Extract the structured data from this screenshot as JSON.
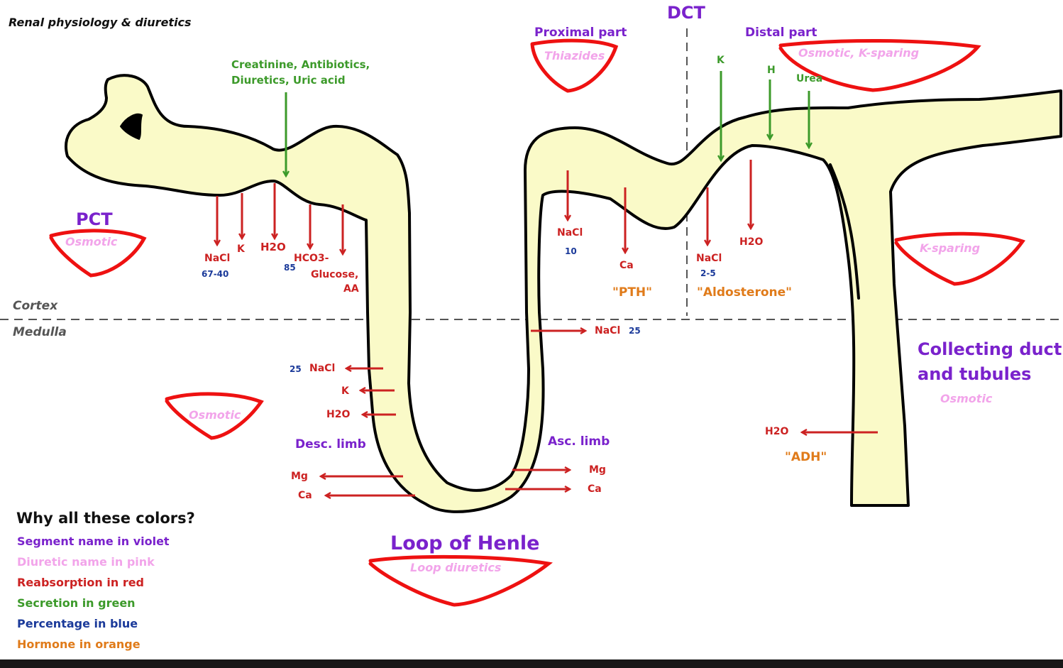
{
  "title": "Renal physiology & diuretics",
  "zones": {
    "cortex": "Cortex",
    "medulla": "Medulla"
  },
  "segments": {
    "pct": "PCT",
    "dct": "DCT",
    "dct_proximal": "Proximal part",
    "dct_distal": "Distal part",
    "desc_limb": "Desc. limb",
    "asc_limb": "Asc. limb",
    "loop": "Loop of Henle",
    "collecting": [
      "Collecting duct",
      "and tubules"
    ]
  },
  "diuretics": {
    "pct": "Osmotic",
    "dct_proximal": "Thiazides",
    "dct_distal": "Osmotic, K-sparing",
    "collecting_k": "K-sparing",
    "desc_limb": "Osmotic",
    "loop": "Loop diuretics",
    "collecting": "Osmotic"
  },
  "secretion": {
    "pct": [
      "Creatinine, Antibiotics,",
      "Diuretics, Uric acid"
    ],
    "k": "K",
    "h": "H",
    "urea": "Urea"
  },
  "reabsorption": {
    "pct_nacl": "NaCl",
    "pct_k": "K",
    "pct_h2o": "H2O",
    "pct_hco3": "HCO3-",
    "pct_glucose": [
      "Glucose,",
      "AA"
    ],
    "desc_nacl": "NaCl",
    "desc_k": "K",
    "desc_h2o": "H2O",
    "desc_mg": "Mg",
    "desc_ca": "Ca",
    "asc_nacl": "NaCl",
    "asc_mg": "Mg",
    "asc_ca": "Ca",
    "dctp_nacl": "NaCl",
    "dctp_ca": "Ca",
    "dctd_nacl": "NaCl",
    "dctd_h2o": "H2O",
    "cd_h2o": "H2O"
  },
  "percentages": {
    "pct_nacl": "67-40",
    "pct_h2o": "85",
    "desc_nacl": "25",
    "asc_nacl": "25",
    "dctp_nacl": "10",
    "dctd_nacl": "2-5"
  },
  "hormones": {
    "pth": "\"PTH\"",
    "aldosterone": "\"Aldosterone\"",
    "adh": "\"ADH\""
  },
  "legend": {
    "heading": "Why all these colors?",
    "items": [
      {
        "text": "Segment name in violet",
        "color": "#7a22cc"
      },
      {
        "text": "Diuretic name in pink",
        "color": "#f2a4ea"
      },
      {
        "text": "Reabsorption in red",
        "color": "#cc2222"
      },
      {
        "text": "Secretion in green",
        "color": "#3c9a2a"
      },
      {
        "text": "Percentage in blue",
        "color": "#1b3a9a"
      },
      {
        "text": "Hormone in orange",
        "color": "#e07b1a"
      }
    ]
  },
  "colors": {
    "tubule_fill": "#fafac8",
    "violet": "#7a22cc",
    "pink": "#f2a4ea",
    "red": "#cc2222",
    "green": "#3c9a2a",
    "blue": "#1b3a9a",
    "orange": "#e07b1a",
    "annotation_circle": "#ee1111"
  }
}
